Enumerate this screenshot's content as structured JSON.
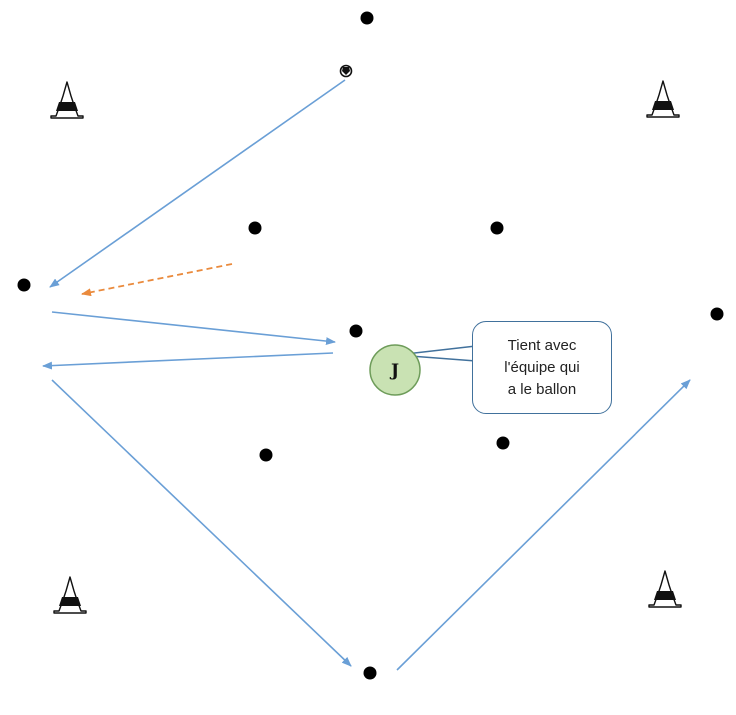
{
  "diagram": {
    "colors": {
      "team_attack": "#0c0cdc",
      "team_defense": "#ec1c1c",
      "joker": "#1e8a1e",
      "joker_disc": "#c9e2b3",
      "pass_arrow": "#6a9fd6",
      "pressure_arrow": "#ea8a3c"
    },
    "joker": {
      "letter": "J"
    },
    "callout": {
      "lines": [
        "Tient avec",
        "l'équipe qui",
        "a le ballon"
      ]
    },
    "legend_icons": {
      "cone": "cone-icon",
      "ball": "ball-icon"
    }
  }
}
